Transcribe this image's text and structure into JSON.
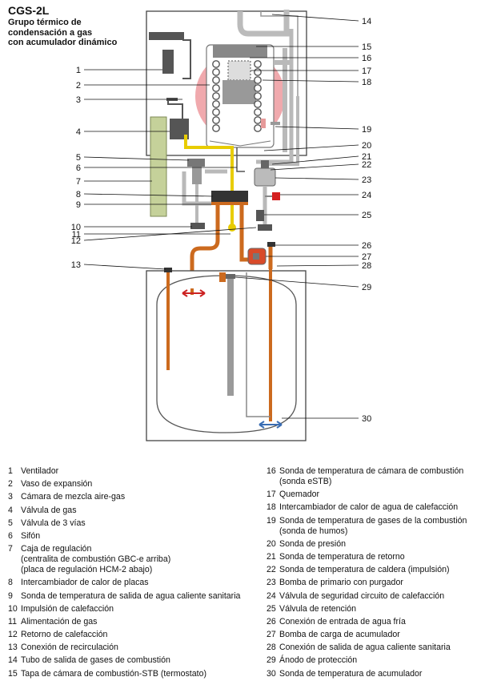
{
  "title": "CGS-2L",
  "subtitle_lines": [
    "Grupo térmico de",
    "condensación a gas",
    "con acumulador dinámico"
  ],
  "colors": {
    "hot_pipe": "#cc6a1e",
    "gas_pipe": "#e8cc00",
    "heat_exchanger": "#f2b3b7",
    "grey_pipe": "#b9b9b9",
    "control_box": "#c5d19a",
    "pump": "#d84b2a",
    "safety_valve": "#d42020",
    "cold_arrow": "#3a6db3"
  },
  "callouts": {
    "1": "1",
    "2": "2",
    "3": "3",
    "4": "4",
    "5": "5",
    "6": "6",
    "7": "7",
    "8": "8",
    "9": "9",
    "10": "10",
    "11": "11",
    "12": "12",
    "13": "13",
    "14": "14",
    "15": "15",
    "16": "16",
    "17": "17",
    "18": "18",
    "19": "19",
    "20": "20",
    "21": "21",
    "22": "22",
    "23": "23",
    "24": "24",
    "25": "25",
    "26": "26",
    "27": "27",
    "28": "28",
    "29": "29",
    "30": "30"
  },
  "legend": {
    "left": [
      {
        "n": "1",
        "text": "Ventilador"
      },
      {
        "n": "2",
        "text": "Vaso de expansión"
      },
      {
        "n": "3",
        "text": "Cámara de mezcla aire-gas"
      },
      {
        "n": "4",
        "text": "Válvula de gas"
      },
      {
        "n": "5",
        "text": "Válvula de 3 vías"
      },
      {
        "n": "6",
        "text": "Sifón"
      },
      {
        "n": "7",
        "text": "Caja de regulación",
        "sub1": "(centralita de combustión GBC-e arriba)",
        "sub2": "(placa de regulación HCM-2 abajo)"
      },
      {
        "n": "8",
        "text": "Intercambiador de calor de placas"
      },
      {
        "n": "9",
        "text": "Sonda de temperatura de salida de agua caliente sanitaria"
      },
      {
        "n": "10",
        "text": "Impulsión de calefacción"
      },
      {
        "n": "11",
        "text": "Alimentación de gas"
      },
      {
        "n": "12",
        "text": "Retorno de calefacción"
      },
      {
        "n": "13",
        "text": "Conexión de recirculación"
      },
      {
        "n": "14",
        "text": "Tubo de salida de gases de combustión"
      },
      {
        "n": "15",
        "text": "Tapa de cámara de combustión-STB (termostato)"
      }
    ],
    "right": [
      {
        "n": "16",
        "text": "Sonda de temperatura de cámara de combustión",
        "sub1": "(sonda eSTB)"
      },
      {
        "n": "17",
        "text": "Quemador"
      },
      {
        "n": "18",
        "text": "Intercambiador de calor de agua de calefacción"
      },
      {
        "n": "19",
        "text": "Sonda de temperatura de gases de la combustión",
        "sub1": "(sonda de humos)"
      },
      {
        "n": "20",
        "text": "Sonda de presión"
      },
      {
        "n": "21",
        "text": "Sonda de temperatura de retorno"
      },
      {
        "n": "22",
        "text": "Sonda de temperatura de caldera (impulsión)"
      },
      {
        "n": "23",
        "text": "Bomba de primario con purgador"
      },
      {
        "n": "24",
        "text": "Válvula de seguridad circuito de calefacción"
      },
      {
        "n": "25",
        "text": "Válvula de retención"
      },
      {
        "n": "26",
        "text": "Conexión de entrada de agua fría"
      },
      {
        "n": "27",
        "text": "Bomba de carga de acumulador"
      },
      {
        "n": "28",
        "text": "Conexión de salida de agua caliente sanitaria"
      },
      {
        "n": "29",
        "text": "Ánodo de protección"
      },
      {
        "n": "30",
        "text": "Sonda de temperatura de acumulador"
      }
    ]
  }
}
